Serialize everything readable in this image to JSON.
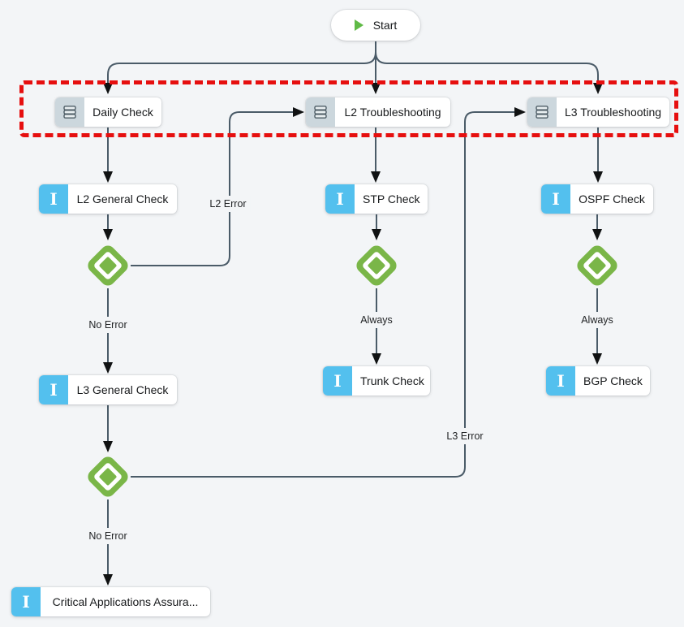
{
  "page": {
    "background": "#f3f5f7"
  },
  "annotation": {
    "type": "highlight-box",
    "style": "red-dashed-rectangle",
    "color": "#e60f0f"
  },
  "palette": {
    "edge_line": "#4a5b68",
    "arrowhead": "#101213",
    "node_background": "#ffffff",
    "stack_icon_background": "#ccd7dd",
    "info_icon_background": "#53c0ee",
    "diamond_green": "#7ab648",
    "play_green": "#5fba46"
  },
  "info_icon_glyph": "I",
  "nodes": {
    "start": {
      "label": "Start",
      "icon": "play-icon"
    },
    "daily_check": {
      "label": "Daily Check",
      "icon": "stack-icon"
    },
    "l2_troubleshooting": {
      "label": "L2 Troubleshooting",
      "icon": "stack-icon"
    },
    "l3_troubleshooting": {
      "label": "L3 Troubleshooting",
      "icon": "stack-icon"
    },
    "l2_general_check": {
      "label": "L2 General Check",
      "icon": "info-icon"
    },
    "stp_check": {
      "label": "STP Check",
      "icon": "info-icon"
    },
    "ospf_check": {
      "label": "OSPF Check",
      "icon": "info-icon"
    },
    "l3_general_check": {
      "label": "L3 General Check",
      "icon": "info-icon"
    },
    "trunk_check": {
      "label": "Trunk Check",
      "icon": "info-icon"
    },
    "bgp_check": {
      "label": "BGP Check",
      "icon": "info-icon"
    },
    "critical_apps_assurance": {
      "label": "Critical Applications Assura...",
      "icon": "info-icon"
    }
  },
  "edge_labels": {
    "l2_error": "L2 Error",
    "no_error_1": "No Error",
    "always_stp": "Always",
    "always_ospf": "Always",
    "l3_error": "L3 Error",
    "no_error_2": "No Error"
  }
}
